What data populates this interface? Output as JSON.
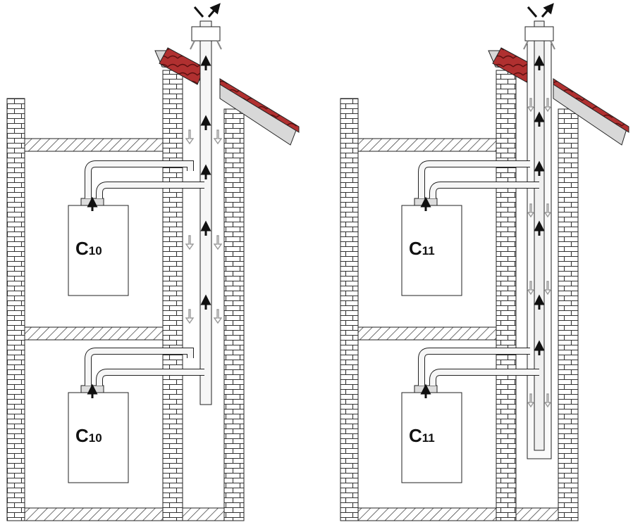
{
  "diagrams": [
    {
      "upper_boiler_label": {
        "main": "C",
        "sub": "10"
      },
      "lower_boiler_label": {
        "main": "C",
        "sub": "10"
      }
    },
    {
      "upper_boiler_label": {
        "main": "C",
        "sub": "11"
      },
      "lower_boiler_label": {
        "main": "C",
        "sub": "11"
      }
    }
  ],
  "colors": {
    "line": "#222222",
    "roof_tile": "#9b2a2a",
    "roof_slab": "#d8d8d8",
    "pipe": "#f6f6f6",
    "flue_arrow": "#111111",
    "air_arrow": "#b0b0b0"
  },
  "icons": [
    "flue-exhaust-arrow-icon",
    "air-intake-arrow-icon",
    "terminal-cap-icon"
  ]
}
